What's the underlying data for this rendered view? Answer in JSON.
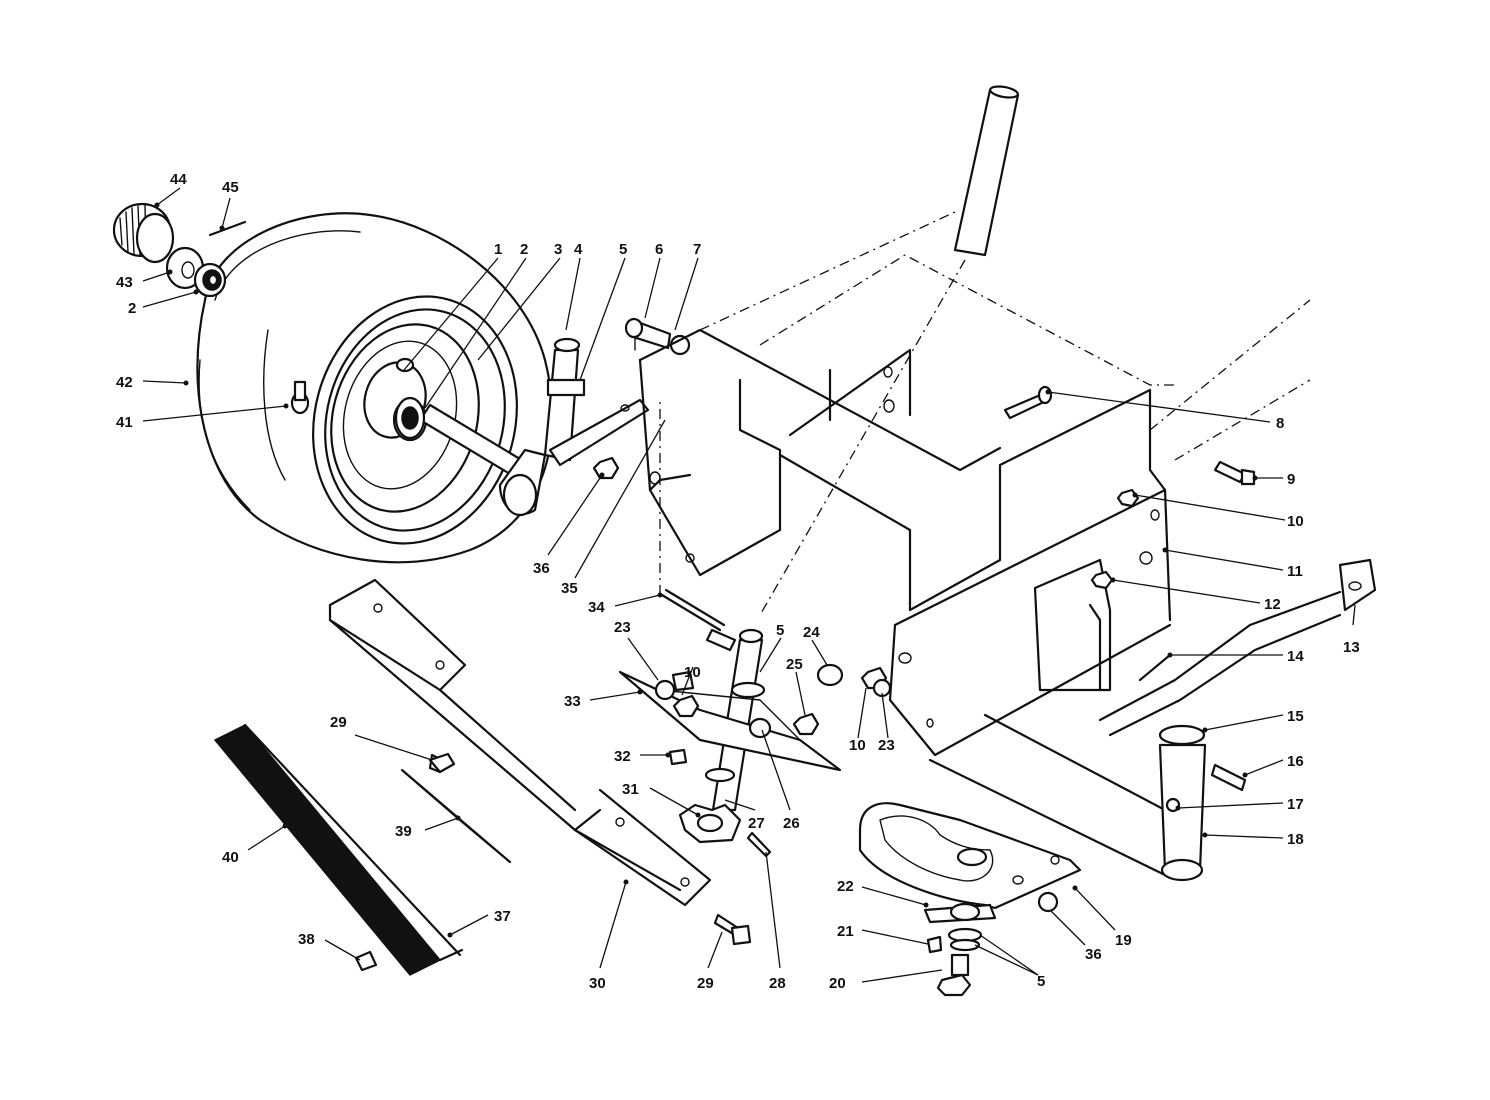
{
  "callouts": [
    {
      "id": "c44",
      "label": "44"
    },
    {
      "id": "c45",
      "label": "45"
    },
    {
      "id": "c43",
      "label": "43"
    },
    {
      "id": "c2a",
      "label": "2"
    },
    {
      "id": "c42",
      "label": "42"
    },
    {
      "id": "c41",
      "label": "41"
    },
    {
      "id": "c1",
      "label": "1"
    },
    {
      "id": "c2b",
      "label": "2"
    },
    {
      "id": "c3",
      "label": "3"
    },
    {
      "id": "c4",
      "label": "4"
    },
    {
      "id": "c5a",
      "label": "5"
    },
    {
      "id": "c6",
      "label": "6"
    },
    {
      "id": "c7",
      "label": "7"
    },
    {
      "id": "c8",
      "label": "8"
    },
    {
      "id": "c9",
      "label": "9"
    },
    {
      "id": "c10a",
      "label": "10"
    },
    {
      "id": "c11",
      "label": "11"
    },
    {
      "id": "c12",
      "label": "12"
    },
    {
      "id": "c13",
      "label": "13"
    },
    {
      "id": "c14",
      "label": "14"
    },
    {
      "id": "c15",
      "label": "15"
    },
    {
      "id": "c16",
      "label": "16"
    },
    {
      "id": "c17",
      "label": "17"
    },
    {
      "id": "c18",
      "label": "18"
    },
    {
      "id": "c36a",
      "label": "36"
    },
    {
      "id": "c35",
      "label": "35"
    },
    {
      "id": "c34",
      "label": "34"
    },
    {
      "id": "c5b",
      "label": "5"
    },
    {
      "id": "c24",
      "label": "24"
    },
    {
      "id": "c25",
      "label": "25"
    },
    {
      "id": "c10b",
      "label": "10"
    },
    {
      "id": "c23a",
      "label": "23"
    },
    {
      "id": "c10c",
      "label": "10"
    },
    {
      "id": "c23b",
      "label": "23"
    },
    {
      "id": "c33",
      "label": "33"
    },
    {
      "id": "c29a",
      "label": "29"
    },
    {
      "id": "c32",
      "label": "32"
    },
    {
      "id": "c31",
      "label": "31"
    },
    {
      "id": "c27",
      "label": "27"
    },
    {
      "id": "c26",
      "label": "26"
    },
    {
      "id": "c39",
      "label": "39"
    },
    {
      "id": "c40",
      "label": "40"
    },
    {
      "id": "c37",
      "label": "37"
    },
    {
      "id": "c38",
      "label": "38"
    },
    {
      "id": "c30",
      "label": "30"
    },
    {
      "id": "c29b",
      "label": "29"
    },
    {
      "id": "c28",
      "label": "28"
    },
    {
      "id": "c22",
      "label": "22"
    },
    {
      "id": "c21",
      "label": "21"
    },
    {
      "id": "c20",
      "label": "20"
    },
    {
      "id": "c5c",
      "label": "5"
    },
    {
      "id": "c36b",
      "label": "36"
    },
    {
      "id": "c19",
      "label": "19"
    }
  ]
}
